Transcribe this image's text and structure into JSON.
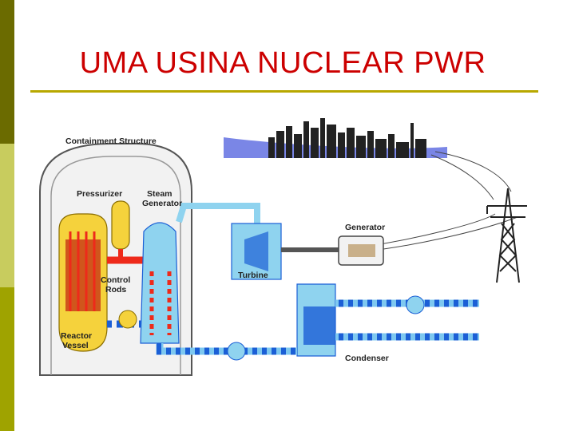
{
  "slide": {
    "title": "UMA USINA NUCLEAR PWR",
    "accent_color": "#cc0000",
    "rule_color": "#b8a800"
  },
  "diagram": {
    "labels": {
      "containment": "Containment Structure",
      "pressurizer": "Pressurizer",
      "steam_gen_1": "Steam",
      "steam_gen_2": "Generator",
      "control_1": "Control",
      "control_2": "Rods",
      "reactor_1": "Reactor",
      "reactor_2": "Vessel",
      "generator": "Generator",
      "turbine": "Turbine",
      "condenser": "Condenser"
    },
    "colors": {
      "hot_loop": "#ee2a1a",
      "cold_water": "#1b5fd6",
      "steam": "#8fd3ef",
      "reactor": "#f5d23c",
      "skyline": "#222222",
      "sky": "#7a86e6"
    }
  }
}
